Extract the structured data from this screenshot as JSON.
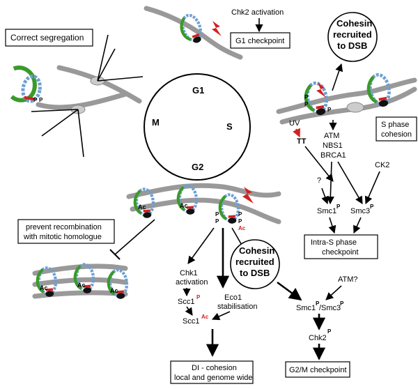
{
  "cycle": {
    "g1": "G1",
    "s": "S",
    "g2": "G2",
    "m": "M"
  },
  "correct_segregation": "Correct segregation",
  "chk2_activation": "Chk2 activation",
  "g1_checkpoint": "G1 checkpoint",
  "cohesin_dsb_top": [
    "Cohesin",
    "recruited",
    "to DSB"
  ],
  "s_phase_cohesion": [
    "S phase",
    "cohesion"
  ],
  "uv": "UV",
  "tt": "TT",
  "atm_nbs1_brca1": [
    "ATM",
    "NBS1",
    "BRCA1"
  ],
  "ck2": "CK2",
  "question": "?",
  "smc1": "Smc1",
  "smc3": "Smc3",
  "p": "P",
  "ac": "Ac",
  "intra_s_checkpoint": [
    "Intra-S phase",
    "checkpoint"
  ],
  "prevent_recombination": [
    "prevent recombination",
    "with mitotic homologue"
  ],
  "chk1_activation": [
    "Chk1",
    "activation"
  ],
  "scc1": "Scc1",
  "eco1_stabilisation": [
    "Eco1",
    "stabilisation"
  ],
  "cohesin_dsb_mid": [
    "Cohesin",
    "recruited",
    "to DSB"
  ],
  "atm_q": "ATM?",
  "smc1_smc3": [
    "Smc1",
    "/Smc3"
  ],
  "chk2": "Chk2",
  "g2m_checkpoint": "G2/M checkpoint",
  "di_cohesion": [
    "DI - cohesion",
    "local and genome wide"
  ],
  "colors": {
    "green": "#3a9a2a",
    "blue": "#6f9fd0",
    "red": "#d42020",
    "grey": "#999999"
  }
}
